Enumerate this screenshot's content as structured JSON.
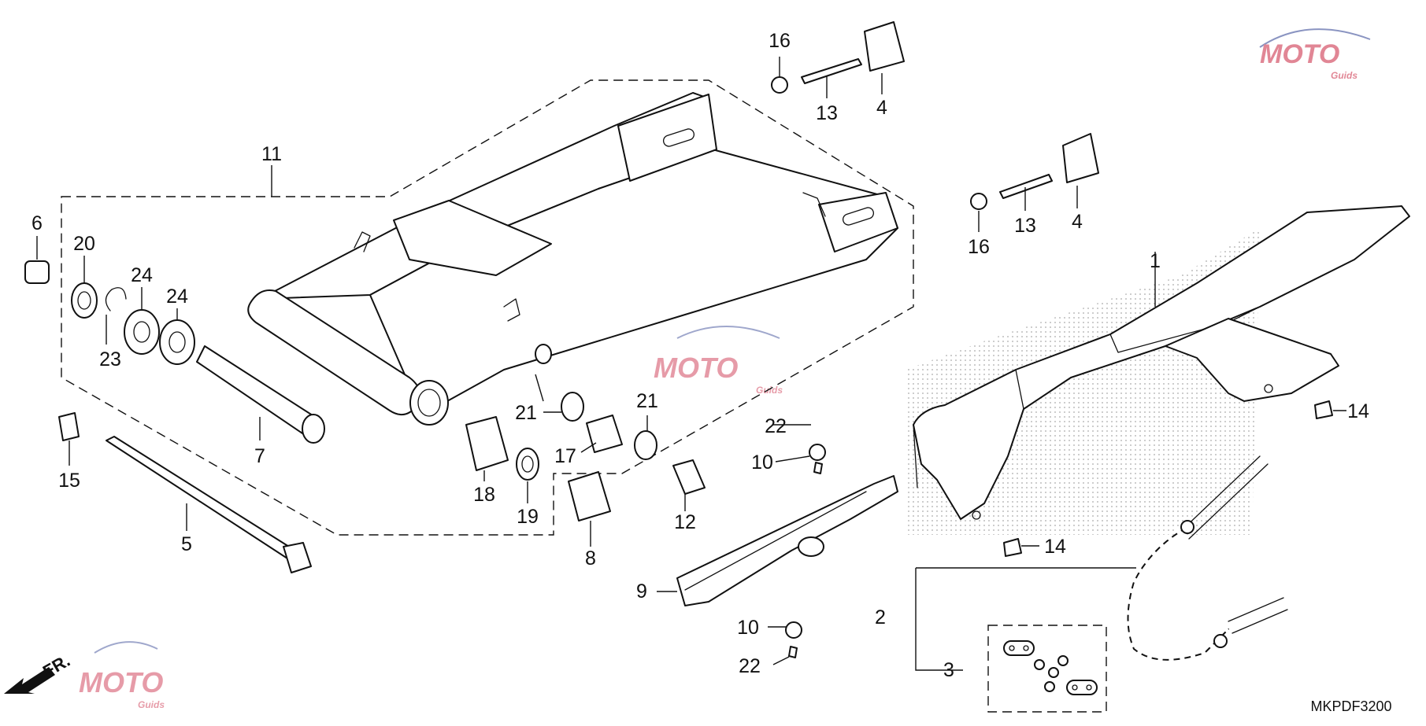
{
  "diagram": {
    "code": "MKPDF3200",
    "front_marker": "FR.",
    "watermark": {
      "brand": "MOTO",
      "sub": "Guids",
      "color": "#c9243f",
      "accent": "#2c3e8f"
    },
    "callouts": [
      "1",
      "2",
      "3",
      "4",
      "4",
      "5",
      "6",
      "7",
      "8",
      "9",
      "10",
      "10",
      "11",
      "12",
      "13",
      "13",
      "14",
      "14",
      "15",
      "16",
      "16",
      "17",
      "18",
      "19",
      "20",
      "21",
      "21",
      "22",
      "22",
      "23",
      "24",
      "24"
    ]
  }
}
